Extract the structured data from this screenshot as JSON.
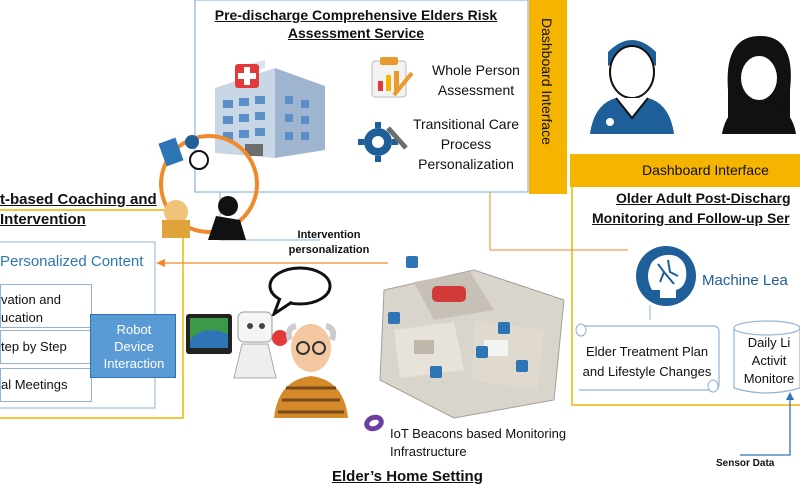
{
  "top_service": {
    "title_line1": "Pre-discharge Comprehensive Elders Risk",
    "title_line2": "Assessment Service",
    "item1_line1": "Whole Person",
    "item1_line2": "Assessment",
    "item2_line1": "Transitional Care",
    "item2_line2": "Process",
    "item2_line3": "Personalization",
    "dashboard_vertical": "Dashboard Interface"
  },
  "coaching": {
    "title_line1": "t-based Coaching and",
    "title_line2": "Intervention",
    "personalized_content": "Personalized Content",
    "list_items": [
      "vation and",
      "ucation",
      "tep by Step",
      "al Meetings"
    ],
    "robot_label_line1": "Robot",
    "robot_label_line2": "Device",
    "robot_label_line3": "Interaction"
  },
  "intervention_label_line1": "Intervention",
  "intervention_label_line2": "personalization",
  "right_panel": {
    "dashboard_horizontal": "Dashboard Interface",
    "title_line1": "Older Adult Post-Discharg",
    "title_line2": "Monitoring and Follow-up Ser",
    "machine_learning": "Machine Lea",
    "treatment_line1": "Elder Treatment Plan",
    "treatment_line2": "and Lifestyle Changes",
    "daily_line1": "Daily Li",
    "daily_line2": "Activit",
    "daily_line3": "Monitore"
  },
  "home": {
    "beacons_line1": "IoT Beacons based Monitoring",
    "beacons_line2": "Infrastructure",
    "setting_title": "Elder’s Home Setting",
    "sensor_data": "Sensor Data"
  },
  "colors": {
    "orange": "#f08a2c",
    "yellow": "#f4b400",
    "blue_accent": "#2e75b6",
    "box_blue": "#5b9bd5",
    "line_blue": "#8fb3d9"
  }
}
